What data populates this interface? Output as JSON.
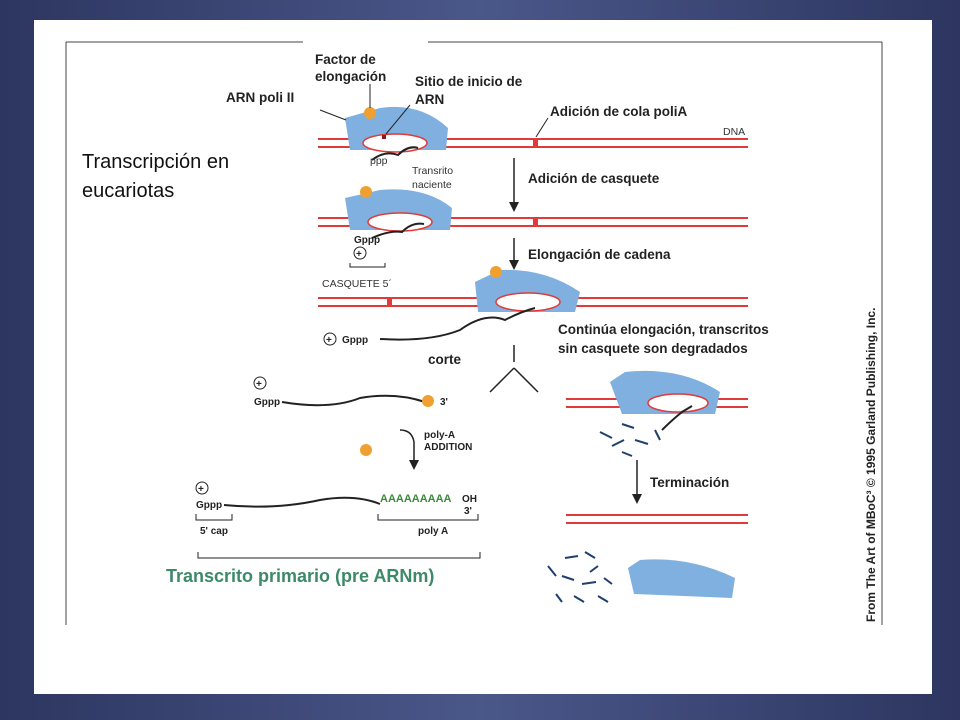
{
  "labels": {
    "factor_elongacion": [
      "Factor de",
      "elongación"
    ],
    "sitio_inicio": [
      "Sitio de inicio de",
      "ARN"
    ],
    "arn_poli": "ARN poli II",
    "adicion_cola": "Adición de cola poliA",
    "dna": "DNA",
    "titulo": [
      "Transcripción en",
      "eucariotas"
    ],
    "transcrito_naciente": [
      "Transrito",
      "naciente"
    ],
    "adicion_casquete": "Adición de casquete",
    "elongacion_cadena": "Elongación de cadena",
    "casquete": "CASQUETE 5´",
    "continua": [
      "Continúa elongación, transcritos",
      "sin casquete son degradados"
    ],
    "corte": "corte",
    "terminacion": "Terminación",
    "polya_addition": [
      "poly-A",
      "ADDITION"
    ],
    "ppp": "ppp",
    "gppp": "Gppp",
    "plus": "+",
    "three_prime": "3'",
    "oh": "OH",
    "polya_tail": "AAAAAAAAA",
    "five_cap": "5' cap",
    "poly_a": "poly A",
    "transcrito_primario": "Transcrito primario (pre ARNm)",
    "credit": "From The Art of MBoC³ © 1995 Garland Publishing, Inc."
  },
  "colors": {
    "background": "#3e4a78",
    "polymerase": "#7fb0e0",
    "dna": "#e03a3a",
    "factor": "#f0a030",
    "title_green": "#3d8a6a"
  }
}
